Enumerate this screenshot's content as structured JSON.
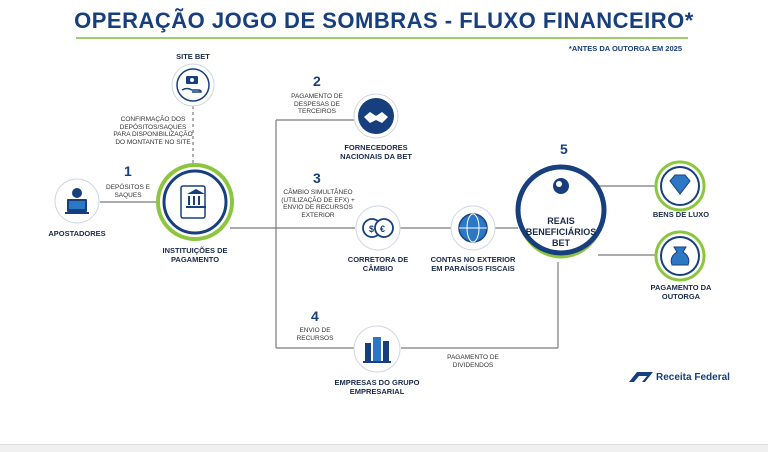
{
  "title": "OPERAÇÃO JOGO DE SOMBRAS - FLUXO FINANCEIRO*",
  "note": "*ANTES DA OUTORGA EM 2025",
  "nodes": {
    "site_bet": "SITE BET",
    "apostadores": "APOSTADORES",
    "instituicoes": "INSTITUIÇÕES DE PAGAMENTO",
    "fornecedores": "FORNECEDORES NACIONAIS DA BET",
    "corretora": "CORRETORA DE CÂMBIO",
    "contas": "CONTAS NO EXTERIOR EM PARAÍSOS FISCAIS",
    "reais": "REAIS BENEFICIÁRIOS BET",
    "bens": "BENS DE LUXO",
    "outorga": "PAGAMENTO DA OUTORGA",
    "empresas": "EMPRESAS DO GRUPO EMPRESARIAL"
  },
  "steps": {
    "s1": "1",
    "s2": "2",
    "s3": "3",
    "s4": "4",
    "s5": "5"
  },
  "captions": {
    "confirmacao": "CONFIRMAÇÃO DOS DEPÓSITOS/SAQUES PARA DISPONIBILIZAÇÃO DO MONTANTE NO SITE",
    "depositos": "DEPÓSITOS E SAQUES",
    "despesas": "Pagamento de despesas de terceiros",
    "cambio": "CÂMBIO SIMULTÂNEO (UTILIZAÇÃO DE EFX) + ENVIO DE RECURSOS EXTERIOR",
    "envio": "Envio de recursos",
    "dividendos": "Pagamento de dividendos"
  },
  "logo": "Receita Federal",
  "colors": {
    "navy": "#173f7e",
    "green": "#8cc63f",
    "line": "#7a7a7a"
  },
  "icons": [
    "hand-money-icon",
    "person-computer-icon",
    "bank-icon",
    "handshake-icon",
    "currency-exchange-icon",
    "globe-icon",
    "head-idea-icon",
    "diamond-icon",
    "money-bag-icon",
    "buildings-icon",
    "receita-logo-icon"
  ]
}
